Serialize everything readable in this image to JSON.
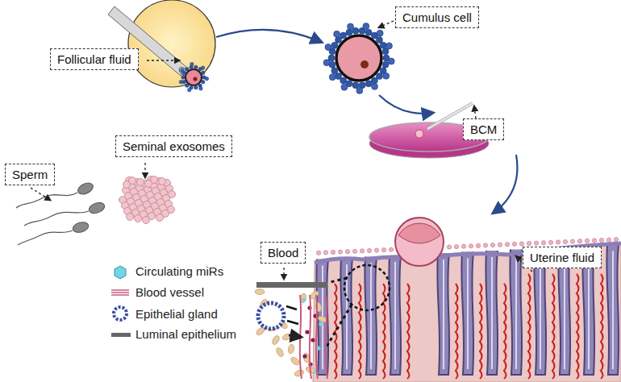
{
  "diagram": {
    "nodes": [
      {
        "text": [
          "Cumulus cell"
        ]
      },
      {
        "text": [
          "Follicular fluid"
        ]
      },
      {
        "text": [
          "BCM"
        ]
      },
      {
        "text": [
          "Seminal exosomes"
        ]
      },
      {
        "text": [
          "Sperm"
        ]
      },
      {
        "text": [
          "Blood"
        ]
      },
      {
        "text": [
          "Uterine fluid"
        ]
      }
    ],
    "legend": [
      {
        "text": "Circulating miRs"
      },
      {
        "text": "Blood vessel"
      },
      {
        "text": "Epithelial gland"
      },
      {
        "text": "Luminal epithelium"
      }
    ]
  }
}
